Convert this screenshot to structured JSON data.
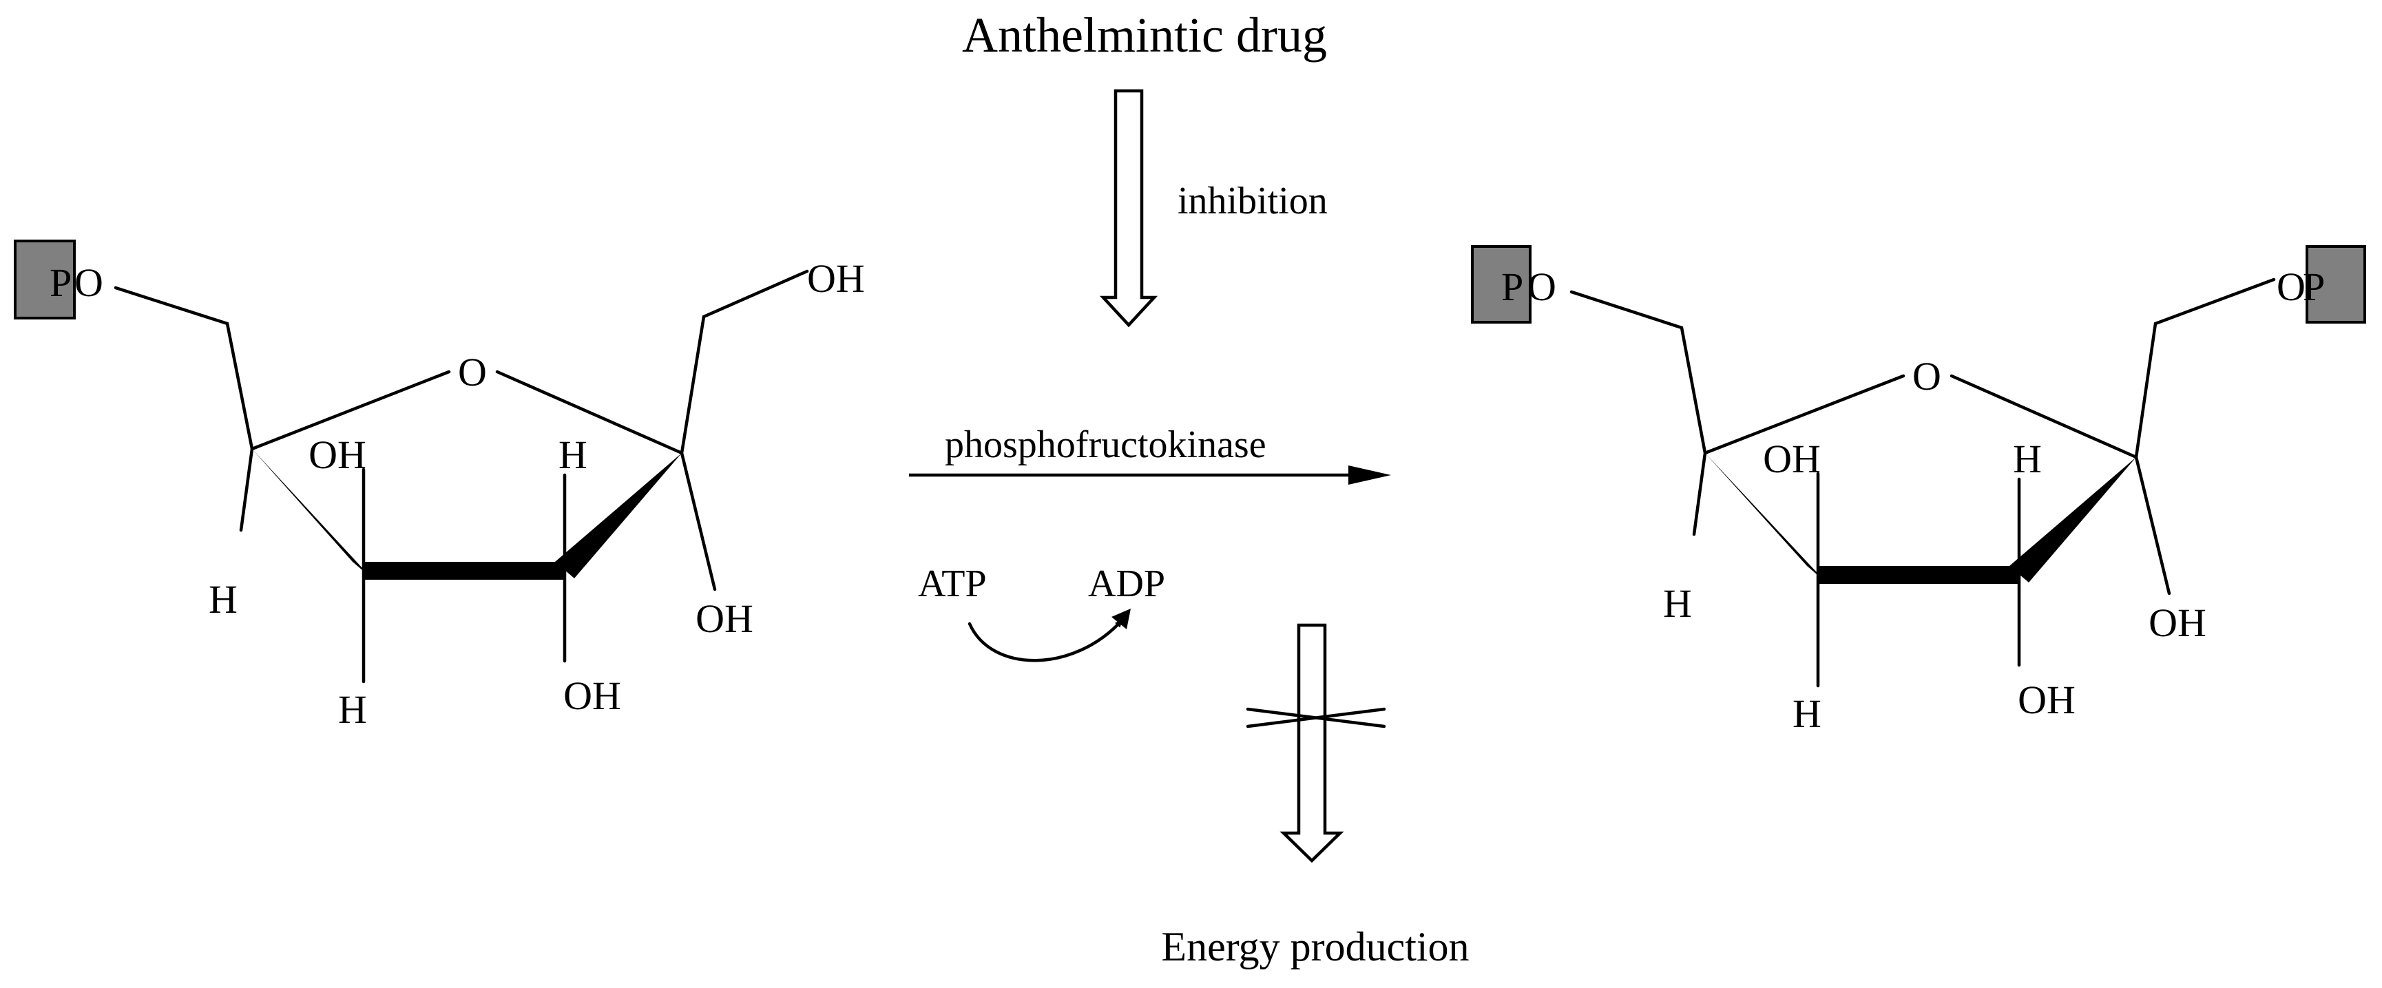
{
  "title": "Anthelmintic drug",
  "inhibition_label": "inhibition",
  "enzyme_label": "phosphofructokinase",
  "cofactor": {
    "atp": "ATP",
    "adp": "ADP"
  },
  "outcome_label": "Energy production",
  "colors": {
    "phosphate_box": "#808080",
    "ink": "#000000"
  },
  "substrate": {
    "phosphate": "P",
    "o_link": "O",
    "ring_o": "O",
    "top_right_oh": "OH",
    "oh_upper": "OH",
    "h_upper": "H",
    "h_left": "H",
    "h_lower": "H",
    "oh_lower": "OH",
    "oh_right": "OH"
  },
  "product": {
    "phosphate_left": "P",
    "o_link_left": "O",
    "o_link_right": "O",
    "phosphate_right": "P",
    "ring_o": "O",
    "oh_upper": "OH",
    "h_upper": "H",
    "h_left": "H",
    "h_lower": "H",
    "oh_lower": "OH",
    "oh_right": "OH"
  }
}
